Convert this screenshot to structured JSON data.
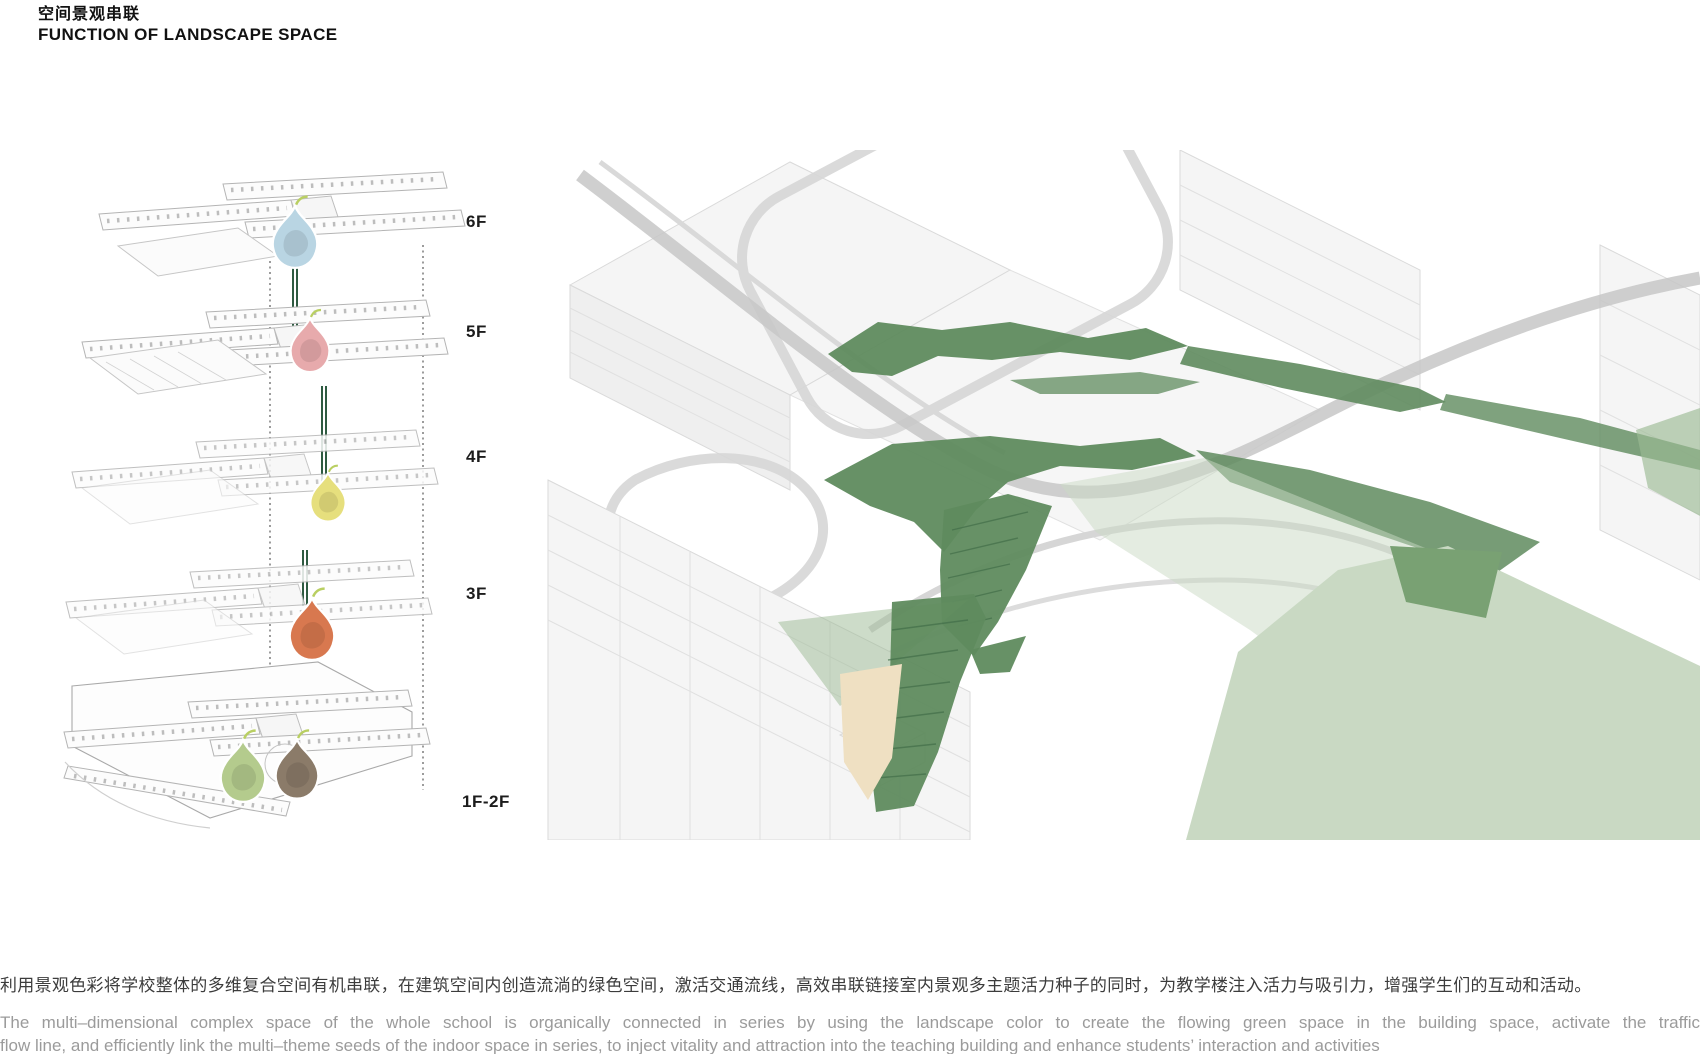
{
  "header": {
    "title_zh": "空间景观串联",
    "title_en": "FUNCTION OF LANDSCAPE SPACE"
  },
  "exploded_diagram": {
    "floors": [
      {
        "label": "6F"
      },
      {
        "label": "5F"
      },
      {
        "label": "4F"
      },
      {
        "label": "3F"
      },
      {
        "label": "1F-2F"
      }
    ],
    "seeds": [
      {
        "name": "seed-6f",
        "floor": "6F",
        "color": "#b9d5e3"
      },
      {
        "name": "seed-5f",
        "floor": "5F",
        "color": "#e7aaac"
      },
      {
        "name": "seed-4f",
        "floor": "4F",
        "color": "#e6df7d"
      },
      {
        "name": "seed-3f",
        "floor": "3F",
        "color": "#d8784f"
      },
      {
        "name": "seed-1f-green",
        "floor": "1F-2F",
        "color": "#b4cb8d"
      },
      {
        "name": "seed-1f-brown",
        "floor": "1F-2F",
        "color": "#8b7b69"
      }
    ],
    "connector_color": "#2e5b41",
    "guide_color": "#5a5a5a"
  },
  "rendering": {
    "landscape_green": "#5f8b5e",
    "landscape_green_mid": "#9bba94",
    "landscape_green_pale": "#c9d9c3",
    "landscape_wedge": "#79a173",
    "stair_beige": "#efe0c2",
    "linework_gray": "#d2d2d2"
  },
  "footer": {
    "paragraph_zh": "利用景观色彩将学校整体的多维复合空间有机串联，在建筑空间内创造流淌的绿色空间，激活交通流线，高效串联链接室内景观多主题活力种子的同时，为教学楼注入活力与吸引力，增强学生们的互动和活动。",
    "paragraph_en_line1": "The multi–dimensional complex space of the whole school is organically connected in series by using the landscape color to create the flowing green space in the building space, activate the traffic",
    "paragraph_en_line2": "flow line, and efficiently link the multi–theme seeds of the indoor space in series, to inject vitality and attraction into the teaching building and enhance students’ interaction and activities"
  }
}
